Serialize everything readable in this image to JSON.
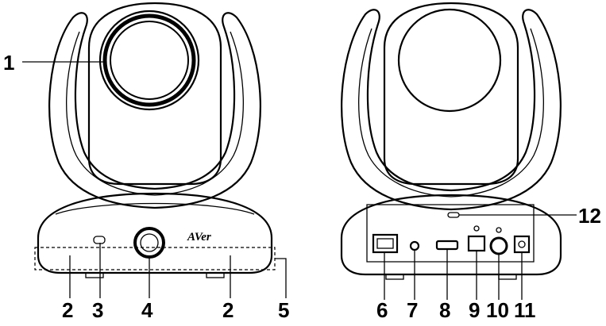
{
  "brand": {
    "logo_text": "AVer"
  },
  "colors": {
    "line": "#000000",
    "background": "#ffffff",
    "shading": "#d9d9d9"
  },
  "callouts": [
    {
      "id": "c1",
      "label": "1"
    },
    {
      "id": "c2a",
      "label": "2"
    },
    {
      "id": "c3",
      "label": "3"
    },
    {
      "id": "c4",
      "label": "4"
    },
    {
      "id": "c2b",
      "label": "2"
    },
    {
      "id": "c5",
      "label": "5"
    },
    {
      "id": "c6",
      "label": "6"
    },
    {
      "id": "c7",
      "label": "7"
    },
    {
      "id": "c8",
      "label": "8"
    },
    {
      "id": "c9",
      "label": "9"
    },
    {
      "id": "c10",
      "label": "10"
    },
    {
      "id": "c11",
      "label": "11"
    },
    {
      "id": "c12",
      "label": "12"
    }
  ]
}
